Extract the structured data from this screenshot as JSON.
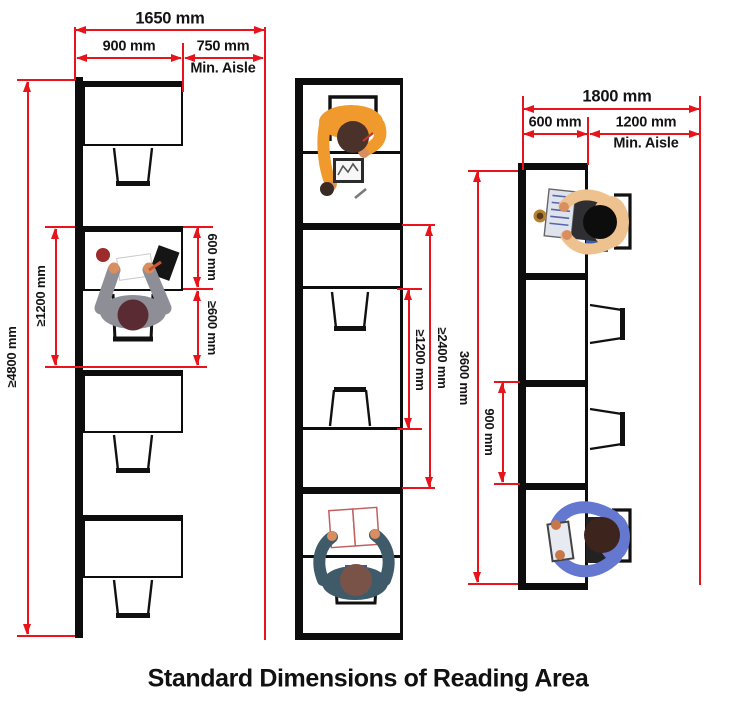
{
  "title": "Standard Dimensions of Reading Area",
  "left_section": {
    "total_width": "1650 mm",
    "desk_width": "900 mm",
    "aisle_width": "750 mm",
    "aisle_note": "Min. Aisle",
    "run_length": "≥4800 mm",
    "bay_spacing": "≥1200 mm",
    "desk_depth": "600 mm",
    "chair_clearance": "≥600 mm"
  },
  "middle_section": {
    "chair_gap": "≥1200 mm",
    "pair_depth": "≥2400 mm"
  },
  "right_section": {
    "total_width": "1800 mm",
    "desk_width": "600 mm",
    "aisle_width": "1200 mm",
    "aisle_note": "Min. Aisle",
    "run_length": "3600 mm",
    "bay_spacing": "900 mm"
  },
  "colors": {
    "dimension_red": "#e8141b",
    "structure_black": "#0d0d0d"
  }
}
